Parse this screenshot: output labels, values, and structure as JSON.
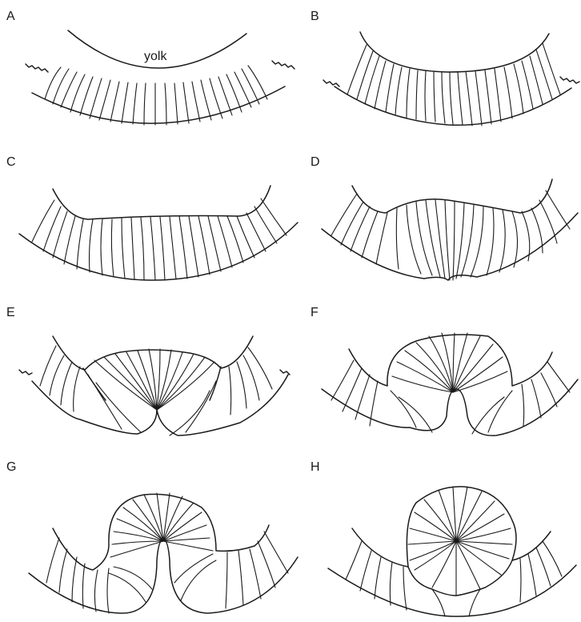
{
  "figure": {
    "panels": [
      {
        "id": "A",
        "label": "A",
        "annotation": "yolk"
      },
      {
        "id": "B",
        "label": "B"
      },
      {
        "id": "C",
        "label": "C"
      },
      {
        "id": "D",
        "label": "D"
      },
      {
        "id": "E",
        "label": "E"
      },
      {
        "id": "F",
        "label": "F"
      },
      {
        "id": "G",
        "label": "G"
      },
      {
        "id": "H",
        "label": "H"
      }
    ]
  }
}
